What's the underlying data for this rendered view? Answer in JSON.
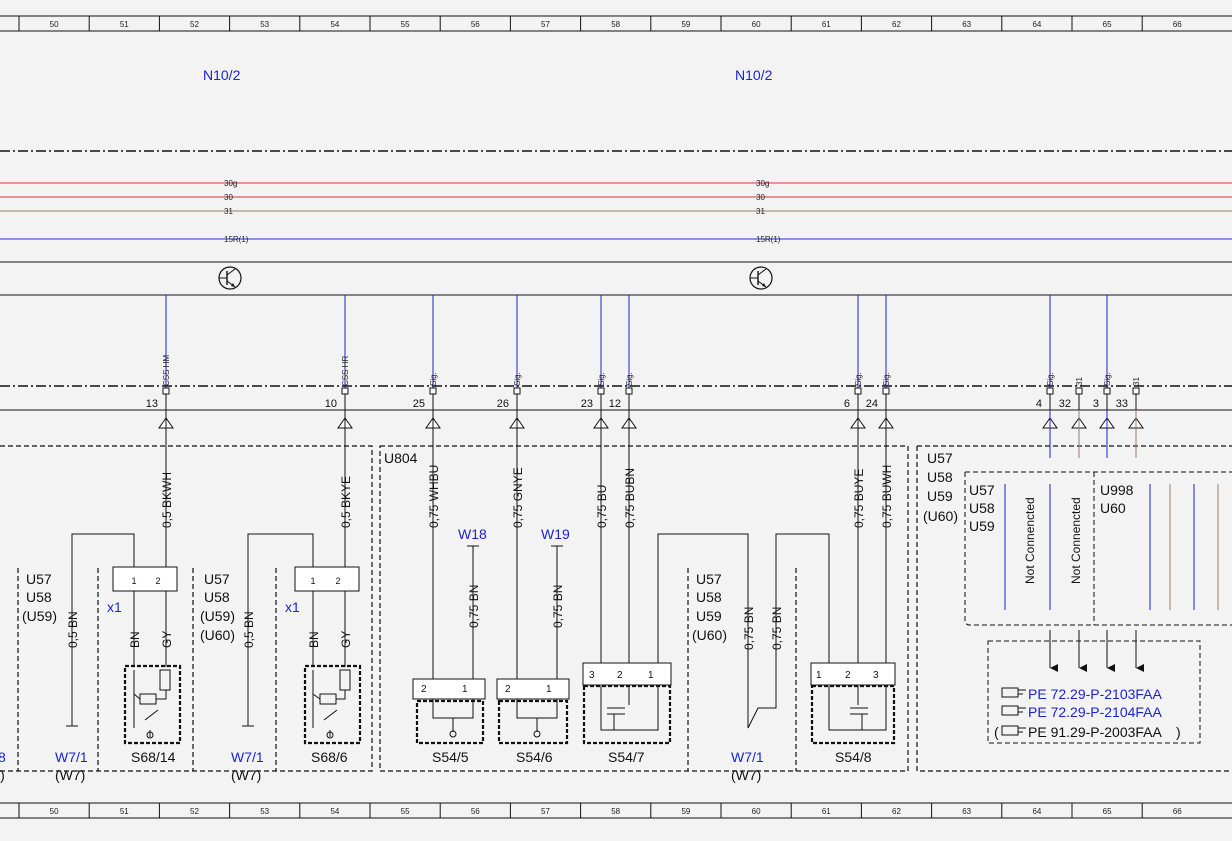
{
  "columns": [
    "50",
    "51",
    "52",
    "53",
    "54",
    "55",
    "56",
    "57",
    "58",
    "59",
    "60",
    "61",
    "62",
    "63",
    "64",
    "65",
    "66"
  ],
  "module": {
    "left": "N10/2",
    "right": "N10/2"
  },
  "buses": [
    {
      "label": "30g",
      "color": "#e03030"
    },
    {
      "label": "30",
      "color": "#e03030"
    },
    {
      "label": "31",
      "color": "#a07860"
    },
    {
      "label": "15R(1)",
      "color": "#2a2ad0"
    }
  ],
  "wire_colors": {
    "signal": "#1a23d6",
    "ground": "#a07860",
    "black": "#111111",
    "link": "#1a23d6"
  },
  "connectors": [
    {
      "tag": "CSS HM",
      "pin": "13",
      "wire": "0,5 BKWH"
    },
    {
      "tag": "CSS HR",
      "pin": "10",
      "wire": "0,5 BKYE"
    },
    {
      "tag": "Sig.",
      "pin": "25",
      "wire": "0,75 WHBU"
    },
    {
      "tag": "Sig.",
      "pin": "26",
      "wire": "0,75 GNYE"
    },
    {
      "tag": "Sig.",
      "pin": "23",
      "wire": "0,75 BU"
    },
    {
      "tag": "Sig.",
      "pin": "12",
      "wire": "0,75 BUBN"
    },
    {
      "tag": "Sig.",
      "pin": "6",
      "wire": "0,75 BUYE"
    },
    {
      "tag": "Sig.",
      "pin": "24",
      "wire": "0,75 BUWH"
    },
    {
      "tag": "Sig.",
      "pin": "4",
      "wire": ""
    },
    {
      "tag": "31",
      "pin": "32",
      "wire": ""
    },
    {
      "tag": "Sig.",
      "pin": "3",
      "wire": ""
    },
    {
      "tag": "31",
      "pin": "33",
      "wire": ""
    }
  ],
  "variants": {
    "a": [
      "U57",
      "U58",
      "(U59)"
    ],
    "b": [
      "U57",
      "U58",
      "(U59)",
      "(U60)"
    ],
    "c": [
      "U57",
      "U58",
      "U59",
      "(U60)"
    ],
    "d": [
      "U57",
      "U58",
      "U59",
      "(U60)"
    ],
    "e": [
      "U57",
      "U58",
      "U59"
    ],
    "f": [
      "U998",
      "U60"
    ]
  },
  "u804": "U804",
  "not_connected": "Not Connencted",
  "x1": "x1",
  "bn": "BN",
  "gy": "GY",
  "bn_wire": "0,5 BN",
  "bn_wire75": "0,75 BN",
  "grounds": {
    "w71": "W7/1",
    "w7": "(W7)",
    "w18": "W18",
    "w19": "W19"
  },
  "components": [
    "S68/14",
    "S68/6",
    "S54/5",
    "S54/6",
    "S54/7",
    "S54/8"
  ],
  "edge_left": {
    "top": "8",
    "bottom": "l)"
  },
  "pins": {
    "one": "1",
    "two": "2",
    "three": "3"
  },
  "refs": [
    {
      "text": "PE 72.29-P-2103FAA",
      "color": "#1a23d6"
    },
    {
      "text": "PE 72.29-P-2104FAA",
      "color": "#1a23d6"
    },
    {
      "text": "PE 91.29-P-2003FAA",
      "color": "#111111"
    }
  ],
  "icons": [
    "transistor-icon",
    "hand-pointer-icon",
    "connector-arrow-icon"
  ]
}
